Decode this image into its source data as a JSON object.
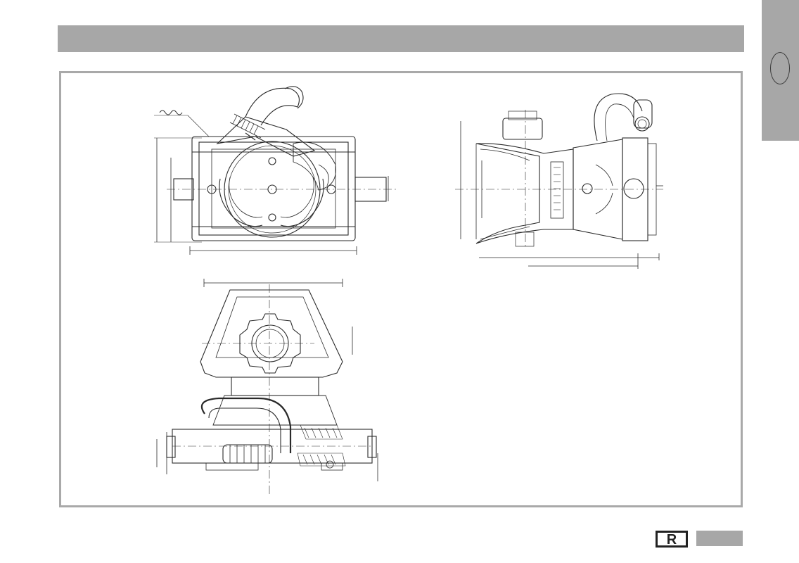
{
  "page": {
    "header_bar_color": "#a7a7a7",
    "side_tab_color": "#a7a7a7",
    "frame_border_color": "#a9a9a9",
    "line_color": "#2a2a2a"
  },
  "drawings": [
    {
      "view": "side-view-coupling-with-lever"
    },
    {
      "view": "top-view-coupling-with-handle"
    },
    {
      "view": "front-view-coupling-with-hose"
    }
  ],
  "logo": {
    "text": "R",
    "icon": "brand-logo-icon"
  },
  "footer": {
    "page_indicator": ""
  }
}
